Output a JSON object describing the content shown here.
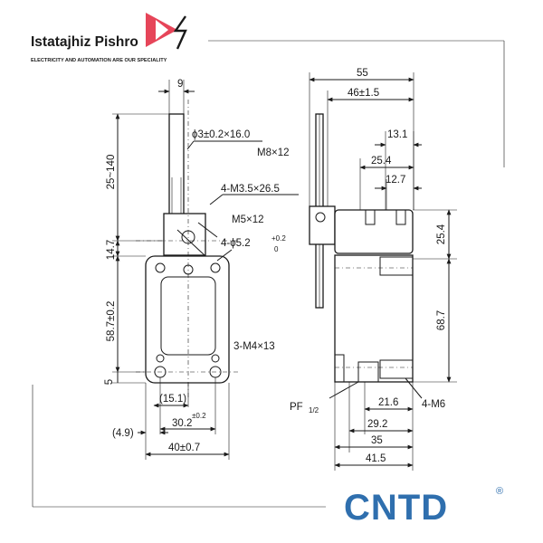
{
  "header": {
    "company_name": "Istatajhiz Pishro",
    "tagline": "ELECTRICITY AND AUTOMATION ARE OUR SPECIALITY"
  },
  "footer": {
    "logo_text": "CNTD",
    "registered_mark": "®"
  },
  "colors": {
    "logo_blue": "#2f6fae",
    "emblem_red": "#e2253c",
    "line": "#1a1a1a"
  },
  "front_view": {
    "dim_top_width": "9",
    "dim_rod": "ϕ3±0.2×16.0",
    "dim_rod_range": "25~140",
    "dim_screws": "4-M3.5×26.5",
    "dim_m5": "M5×12",
    "dim_hole": "4-ϕ5.2",
    "dim_hole_tol_upper": "+0.2",
    "dim_hole_tol_lower": "0",
    "dim_14_7": "14.7",
    "dim_body_height": "58.7±0.2",
    "dim_m4": "3-M4×13",
    "dim_5": "5",
    "dim_15_1": "(15.1)",
    "dim_30_2": "30.2",
    "dim_30_2_tol": "±0.2",
    "dim_4_9": "(4.9)",
    "dim_40": "40±0.7"
  },
  "side_view": {
    "dim_55": "55",
    "dim_46": "46±1.5",
    "dim_m8": "M8×12",
    "dim_13_1": "13.1",
    "dim_25_4_h": "25.4",
    "dim_12_7": "12.7",
    "dim_25_4_v": "25.4",
    "dim_68_7": "68.7",
    "dim_pf": "PF",
    "dim_pf_frac": "1/2",
    "dim_21_6": "21.6",
    "dim_4_m6": "4-M6",
    "dim_29_2": "29.2",
    "dim_35": "35",
    "dim_41_5": "41.5"
  }
}
